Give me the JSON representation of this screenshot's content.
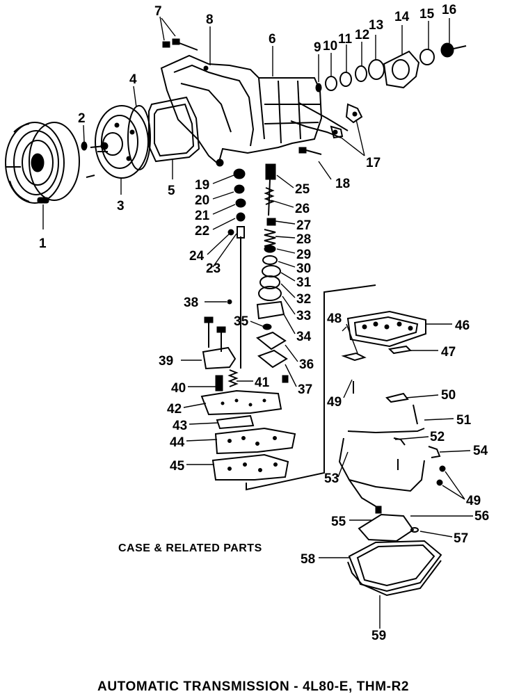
{
  "diagram": {
    "title": "AUTOMATIC TRANSMISSION - 4L80-E, THM-R2",
    "caption": "CASE & RELATED PARTS",
    "callouts": [
      "1",
      "2",
      "3",
      "4",
      "5",
      "6",
      "7",
      "8",
      "9",
      "10",
      "11",
      "12",
      "13",
      "14",
      "15",
      "16",
      "17",
      "18",
      "19",
      "20",
      "21",
      "22",
      "23",
      "24",
      "25",
      "26",
      "27",
      "28",
      "29",
      "30",
      "31",
      "32",
      "33",
      "34",
      "35",
      "36",
      "37",
      "38",
      "39",
      "40",
      "41",
      "42",
      "43",
      "44",
      "45",
      "46",
      "47",
      "48",
      "49",
      "50",
      "51",
      "52",
      "53",
      "54",
      "49",
      "55",
      "56",
      "57",
      "58",
      "59"
    ]
  }
}
